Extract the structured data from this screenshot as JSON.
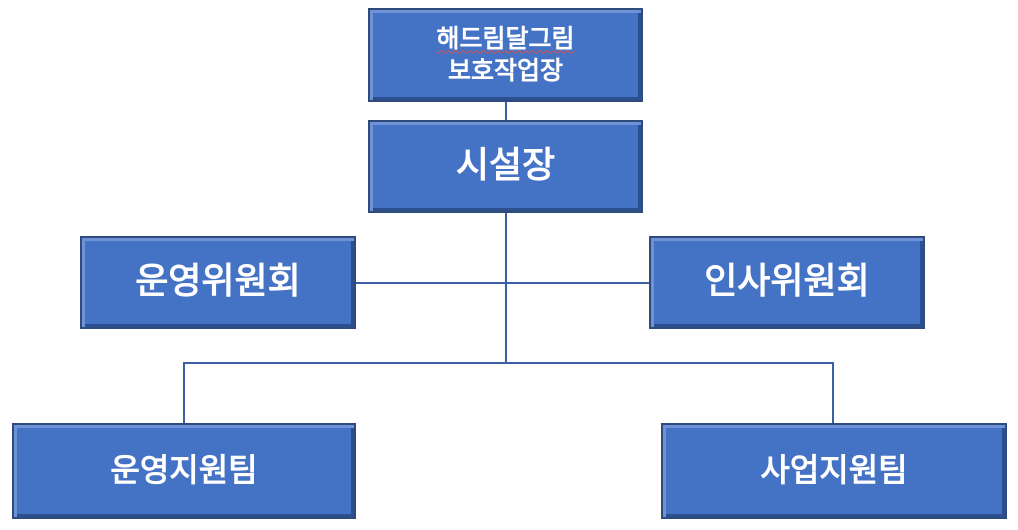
{
  "org_chart": {
    "top": {
      "line1": "해드림달그림",
      "line2": "보호작업장"
    },
    "director": "시설장",
    "left_committee": "운영위원회",
    "right_committee": "인사위원회",
    "left_team": "운영지원팀",
    "right_team": "사업지원팀"
  }
}
